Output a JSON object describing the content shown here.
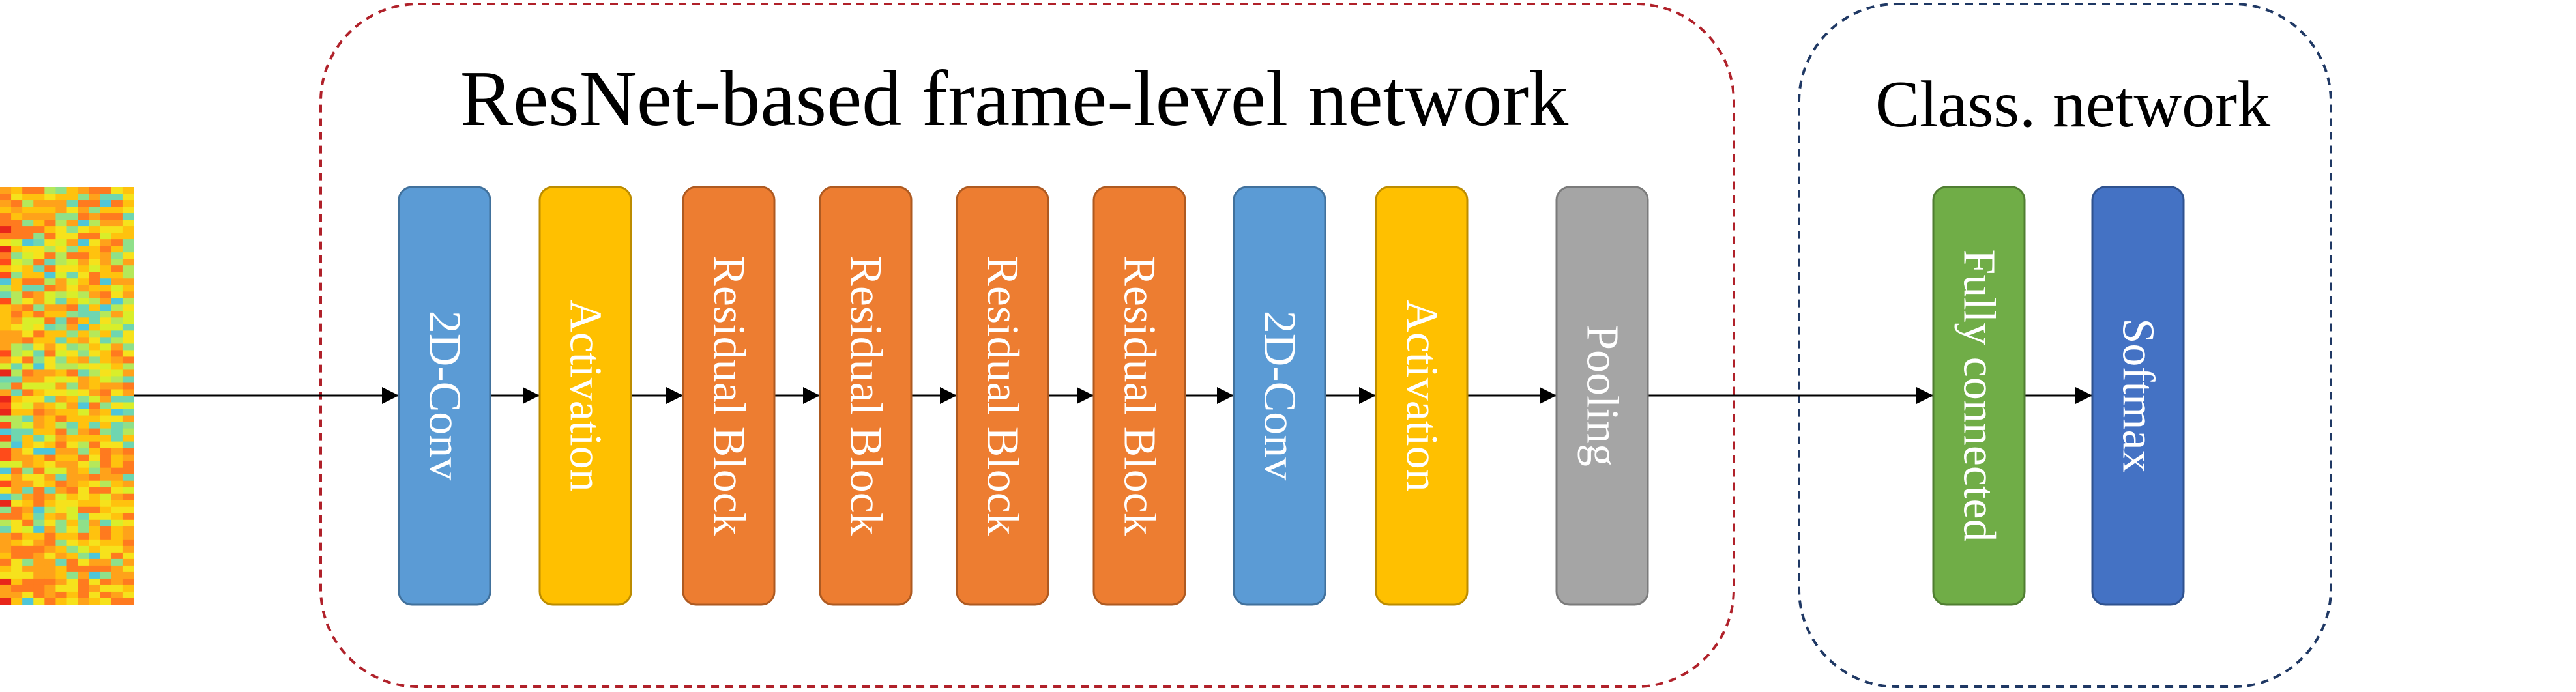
{
  "groups": {
    "frame": {
      "title": "ResNet-based frame-level network",
      "border_color": "#b0212a"
    },
    "classifier": {
      "title": "Class. network",
      "border_color": "#1f3864"
    }
  },
  "blocks": [
    {
      "label": "2D-Conv",
      "color": "#5b9bd5"
    },
    {
      "label": "Activation",
      "color": "#ffc000"
    },
    {
      "label": "Residual Block",
      "color": "#ed7d31"
    },
    {
      "label": "Residual Block",
      "color": "#ed7d31"
    },
    {
      "label": "Residual Block",
      "color": "#ed7d31"
    },
    {
      "label": "Residual Block",
      "color": "#ed7d31"
    },
    {
      "label": "2D-Conv",
      "color": "#5b9bd5"
    },
    {
      "label": "Activation",
      "color": "#ffc000"
    },
    {
      "label": "Pooling",
      "color": "#a5a5a5"
    },
    {
      "label": "Fully connected",
      "color": "#70ad47"
    },
    {
      "label": "Softmax",
      "color": "#4472c4"
    }
  ]
}
